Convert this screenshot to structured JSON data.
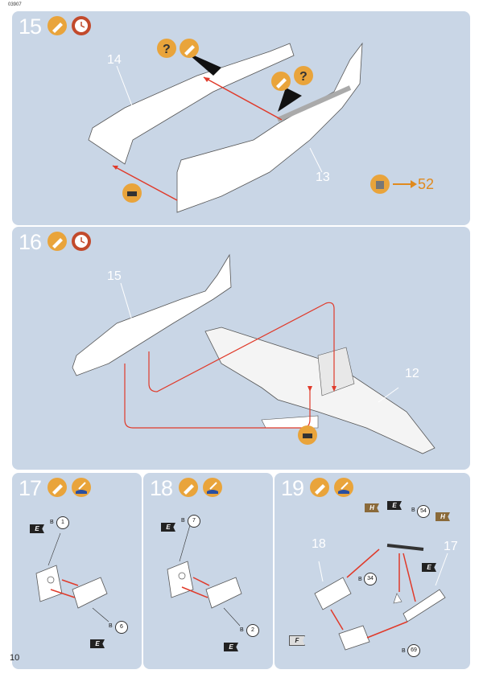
{
  "header": {
    "code": "03907"
  },
  "page_number": "10",
  "steps": {
    "s15": {
      "number": "15",
      "callouts": {
        "a": "14",
        "b": "13"
      },
      "ref_target": "52"
    },
    "s16": {
      "number": "16",
      "callouts": {
        "a": "15",
        "b": "12"
      }
    },
    "s17": {
      "number": "17",
      "parts": [
        {
          "flag": "E",
          "letter": "B",
          "num": "1"
        },
        {
          "flag": "E",
          "letter": "B",
          "num": "6"
        }
      ]
    },
    "s18": {
      "number": "18",
      "parts": [
        {
          "flag": "E",
          "letter": "B",
          "num": "7"
        },
        {
          "flag": "E",
          "letter": "B",
          "num": "2"
        }
      ]
    },
    "s19": {
      "number": "19",
      "callouts": {
        "a": "18",
        "b": "17"
      },
      "parts": [
        {
          "flag": "H"
        },
        {
          "flag": "E",
          "letter": "B",
          "num": "54"
        },
        {
          "flag": "H"
        },
        {
          "letter": "B",
          "num": "34"
        },
        {
          "flag": "E"
        },
        {
          "flag": "F"
        },
        {
          "letter": "B",
          "num": "69"
        }
      ]
    }
  },
  "icons": [
    "glue-icon",
    "clock-icon",
    "paint-icon",
    "question-icon",
    "tape-icon",
    "paint-pot-icon"
  ],
  "colors": {
    "panel": "#c9d6e6",
    "accent_orange": "#e9a43b",
    "arrow_red": "#e03a2a"
  }
}
